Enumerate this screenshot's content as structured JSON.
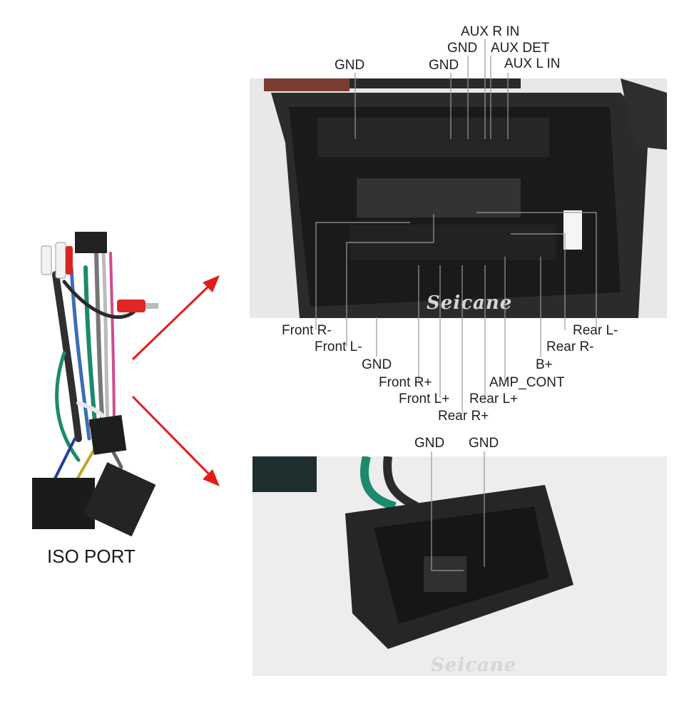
{
  "product_caption": "ISO PORT",
  "watermark": "Seicane",
  "top_connector": {
    "upper_labels": [
      "AUX R IN",
      "GND",
      "AUX DET",
      "GND",
      "AUX L IN",
      "GND"
    ],
    "lower_labels": [
      "Front R-",
      "Front L-",
      "GND",
      "Front R+",
      "Front L+",
      "Rear R+",
      "Rear L+",
      "AMP_CONT",
      "B+",
      "Rear R-",
      "Rear L-"
    ]
  },
  "bottom_connector": {
    "labels": [
      "GND",
      "GND"
    ]
  },
  "colors": {
    "arrow": "#e41b17",
    "leader_line": "#9a9a9a",
    "watermark_text": "#d6d6d6"
  },
  "icons": {
    "arrow_upper": "arrow-up-right-icon",
    "arrow_lower": "arrow-down-right-icon"
  }
}
